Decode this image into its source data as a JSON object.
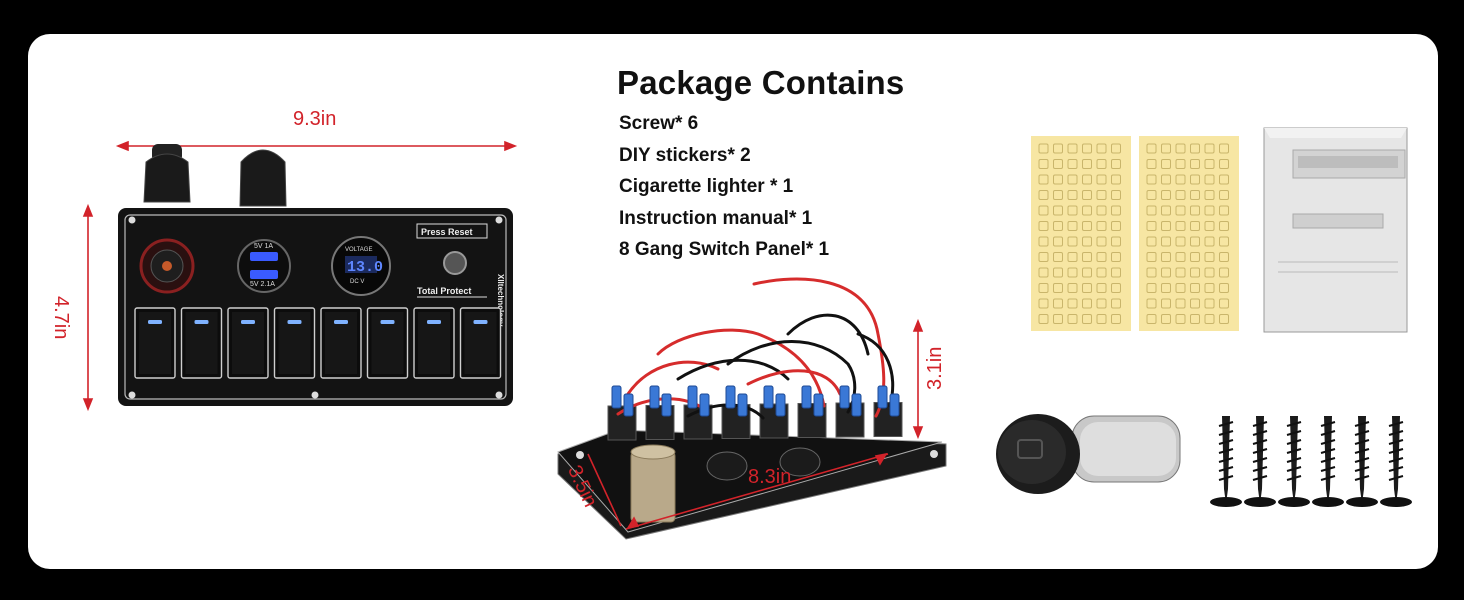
{
  "heading": "Package Contains",
  "contents": [
    "Screw* 6",
    "DIY stickers* 2",
    "Cigarette lighter * 1",
    "Instruction manual* 1",
    "8 Gang Switch Panel* 1"
  ],
  "dimensions": {
    "width": "9.3in",
    "height": "4.7in",
    "depth": "3.1in",
    "base_short": "3.5in",
    "base_long": "8.3in"
  },
  "panel_labels": {
    "press_reset": "Press Reset",
    "total_protect": "Total Protect",
    "brand": "Xlltechnology",
    "voltage_caption": "VOLTAGE",
    "voltage_reading": "13.0",
    "voltage_units": "DC  V",
    "usb_top": "5V  1A",
    "usb_bottom": "5V  2.1A"
  },
  "switch_count": 8,
  "screw_count": 6,
  "colors": {
    "dimension_lines": "#d2232a",
    "panel": "#111111",
    "switch_led": "#7fb2ff",
    "voltmeter": "#3b6bff",
    "sticker_sheet": "#f7e6a3"
  }
}
